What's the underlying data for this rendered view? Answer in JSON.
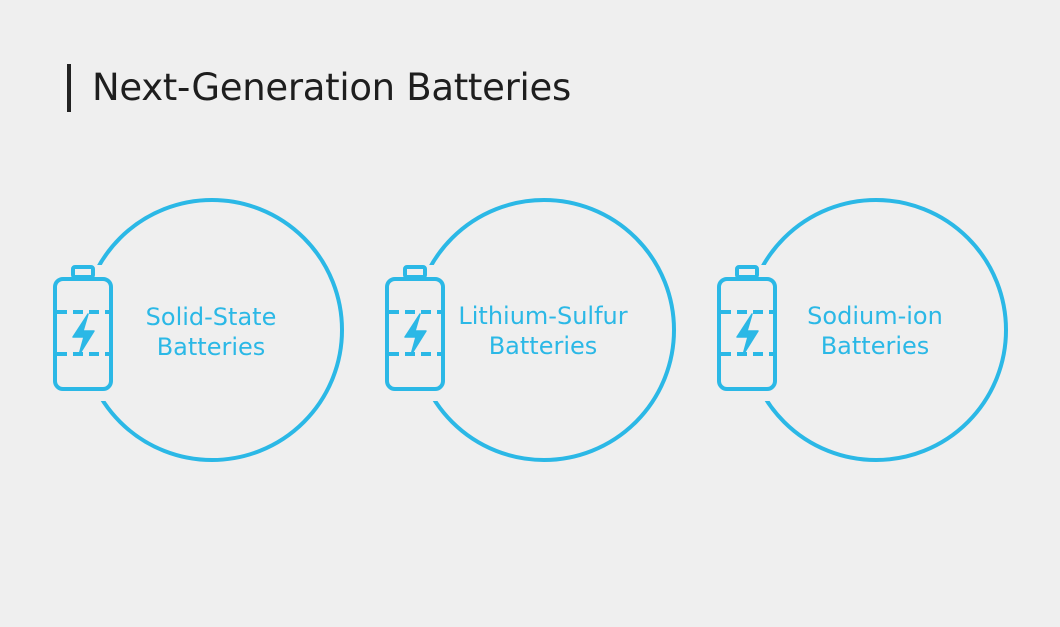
{
  "title": "Next-Generation Batteries",
  "colors": {
    "background": "#efefef",
    "accent": "#2bb8e6",
    "title": "#1e1e1e"
  },
  "items": [
    {
      "line1": "Solid-State",
      "line2": "Batteries",
      "icon": "battery-charging-icon"
    },
    {
      "line1": "Lithium-Sulfur",
      "line2": "Batteries",
      "icon": "battery-charging-icon"
    },
    {
      "line1": "Sodium-ion",
      "line2": "Batteries",
      "icon": "battery-charging-icon"
    }
  ]
}
